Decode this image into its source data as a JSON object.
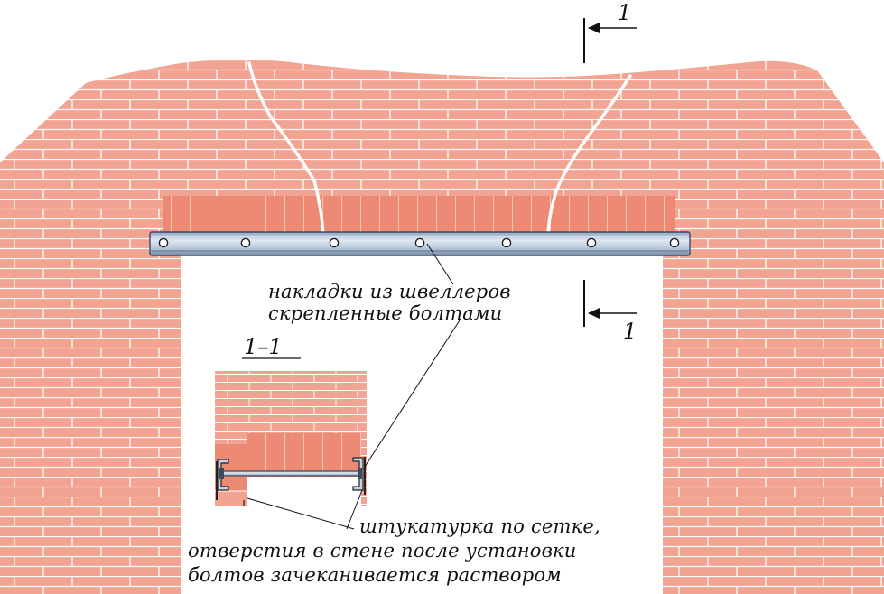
{
  "colors": {
    "brick_face": "#f2a391",
    "mortar": "#ffffff",
    "brick_lintel": "#ec8a74",
    "channel_steel": "#b8c8dc",
    "crack": "#ffffff",
    "ink": "#111111"
  },
  "labels": {
    "channels_line1": "накладки из швеллеров",
    "channels_line2": "скрепленные болтами",
    "plaster_line1": "штукатурка по сетке,",
    "plaster_line2": "отверстия в стене после установки",
    "plaster_line3": "болтов зачеканивается раствором",
    "section_top": "1",
    "section_bottom": "1",
    "section_title": "1–1"
  },
  "icons": [
    "section-arrow-icon",
    "bolt-icon"
  ]
}
